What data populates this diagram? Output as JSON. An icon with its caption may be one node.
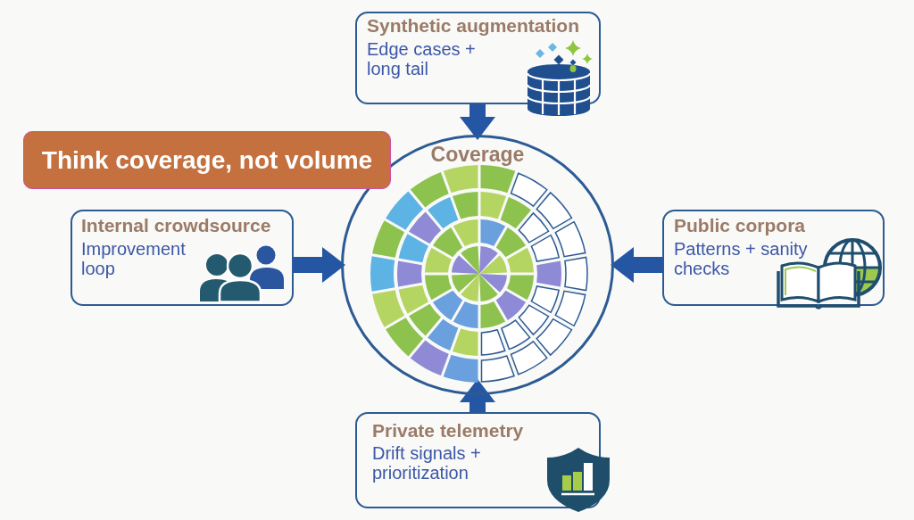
{
  "diagram": {
    "nodes": [
      {
        "text": [
          "Synthetic augmentation",
          "Edge cases + long tail"
        ]
      },
      {
        "text": [
          "Think coverage, not volume"
        ]
      },
      {
        "text": [
          "Coverage"
        ]
      },
      {
        "text": [
          "Internal crowdsource",
          "Improvement loop"
        ]
      },
      {
        "text": [
          "Public corpora",
          "Patterns + sanity checks"
        ]
      },
      {
        "text": [
          "Private telemetry",
          "Drift signals + prioritization"
        ]
      }
    ],
    "edges": [
      {
        "from": 0,
        "to": 2,
        "arrow": "to"
      },
      {
        "from": 3,
        "to": 2,
        "arrow": "to"
      },
      {
        "from": 4,
        "to": 2,
        "arrow": "to"
      },
      {
        "from": 5,
        "to": 2,
        "arrow": "to"
      }
    ]
  }
}
